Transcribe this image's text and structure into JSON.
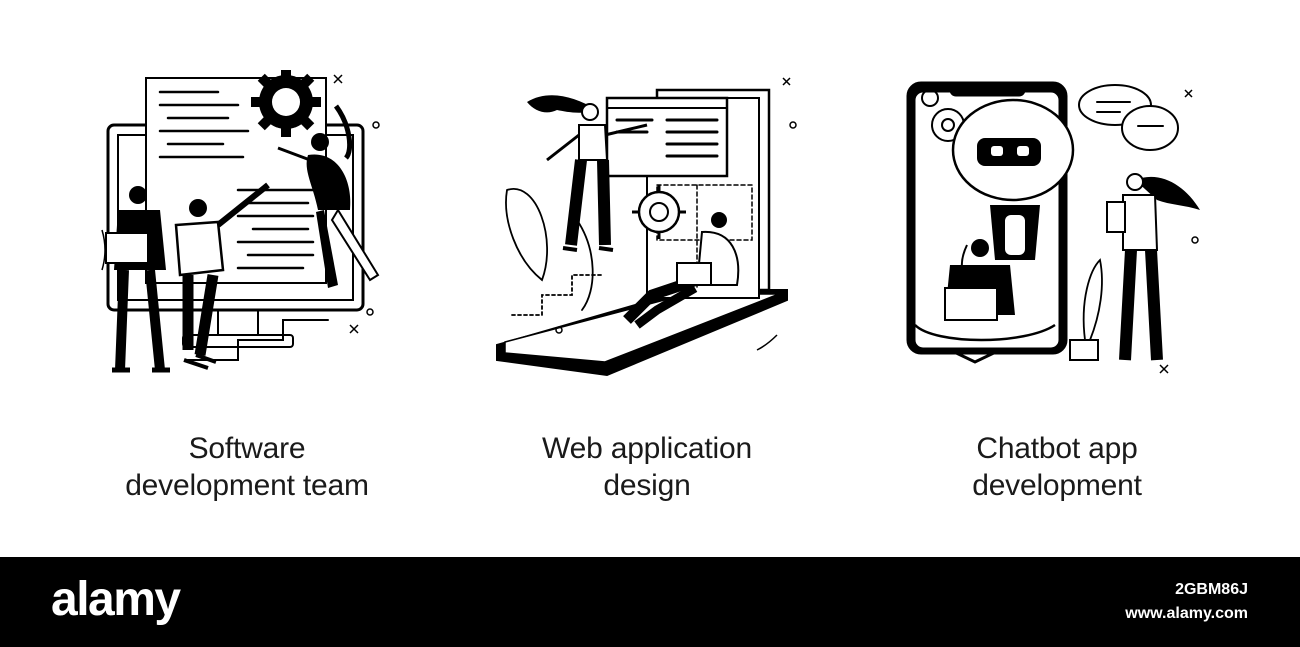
{
  "panels": [
    {
      "caption_line1": "Software",
      "caption_line2": "development team",
      "illustration": "software-development-team-illustration"
    },
    {
      "caption_line1": "Web application",
      "caption_line2": "design",
      "illustration": "web-application-design-illustration"
    },
    {
      "caption_line1": "Chatbot app",
      "caption_line2": "development",
      "illustration": "chatbot-app-development-illustration"
    }
  ],
  "banner": {
    "logo": "alamy",
    "image_id": "2GBM86J",
    "site": "www.alamy.com"
  },
  "colors": {
    "ink": "#000000",
    "background": "#ffffff",
    "banner": "#000000",
    "banner_text": "#ffffff"
  }
}
